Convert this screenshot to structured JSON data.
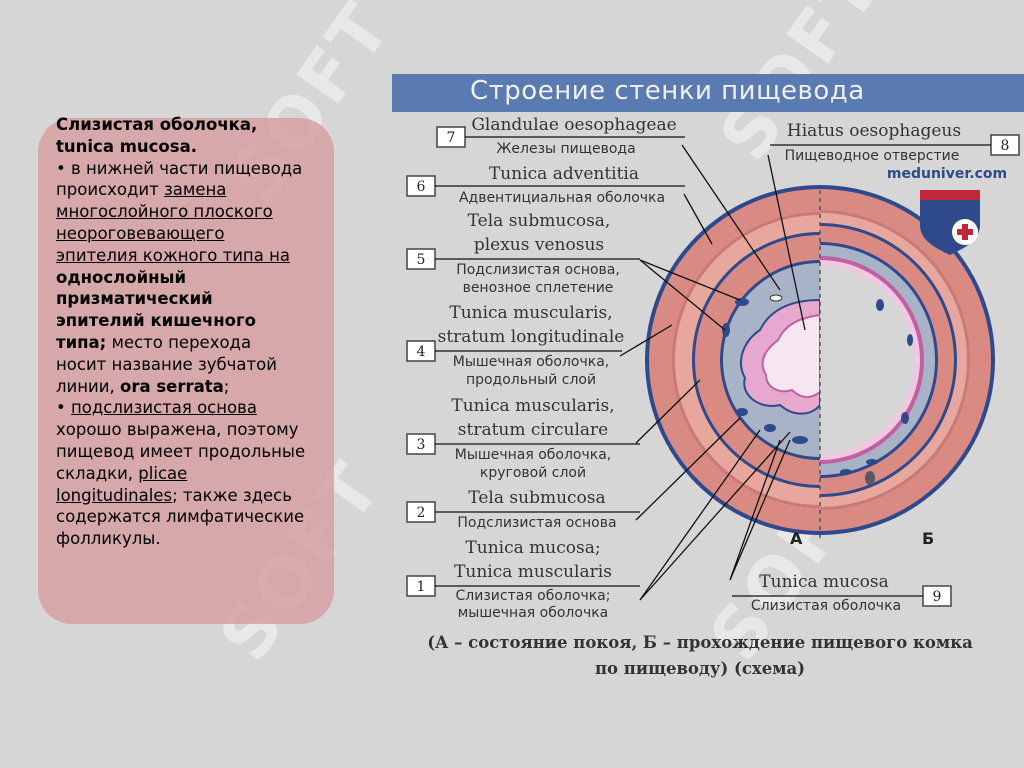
{
  "left_panel": {
    "heading": "Слизистая оболочка, tunica mucosa.",
    "bullet1_pre": "• в нижней части пищевода происходит ",
    "bullet1_underlined": "замена многослойного плоского неороговевающего эпителия кожного типа на",
    "bullet1_bold": " однослойный призматический эпителий кишечного типа;",
    "bullet1_post": " место перехода носит название зубчатой линии, ",
    "bullet1_term": "ora serrata",
    "bullet1_end": ";",
    "bullet2_prefix": "• ",
    "bullet2_underlined": "подслизистая основа",
    "bullet2_mid": " хорошо выражена, поэтому пищевод имеет продольные складки, ",
    "bullet2_term": "plicae longitudinales",
    "bullet2_end": "; также здесь содержатся лимфатические фолликулы."
  },
  "figure": {
    "title": "Строение стенки пищевода",
    "site": "meduniver.com",
    "panel_a": "А",
    "panel_b": "Б",
    "labels": [
      {
        "num": "7",
        "latin": "Glandulae oesophageae",
        "ru": "Железы пищевода"
      },
      {
        "num": "6",
        "latin": "Tunica adventitia",
        "ru": "Адвентициальная оболочка"
      },
      {
        "num": "5",
        "latin1": "Tela submucosa,",
        "latin2": "plexus venosus",
        "ru1": "Подслизистая основа,",
        "ru2": "венозное сплетение"
      },
      {
        "num": "4",
        "latin1": "Tunica muscularis,",
        "latin2": "stratum longitudinale",
        "ru1": "Мышечная оболочка,",
        "ru2": "продольный слой"
      },
      {
        "num": "3",
        "latin1": "Tunica muscularis,",
        "latin2": "stratum circulare",
        "ru1": "Мышечная оболочка,",
        "ru2": "круговой слой"
      },
      {
        "num": "2",
        "latin": "Tela submucosa",
        "ru": "Подслизистая основа"
      },
      {
        "num": "1",
        "latin1": "Tunica mucosa;",
        "latin2": "Tunica muscularis",
        "ru1": "Слизистая оболочка;",
        "ru2": "мышечная оболочка"
      },
      {
        "num": "8",
        "latin": "Hiatus oesophageus",
        "ru": "Пищеводное отверстие"
      },
      {
        "num": "9",
        "latin": "Tunica mucosa",
        "ru": "Слизистая оболочка"
      }
    ],
    "caption_line1": "(А – состояние покоя, Б – прохождение пищевого комка",
    "caption_line2": "по пищеводу) (схема)"
  },
  "colors": {
    "background": "#d6d6d6",
    "text_box": "#d6a0a2",
    "title_bar": "#5a7bb1",
    "muscle": "#d98a83",
    "submucosa": "#a9b3c7",
    "mucosa": "#d88fb8",
    "outline": "#2e4a8c"
  }
}
